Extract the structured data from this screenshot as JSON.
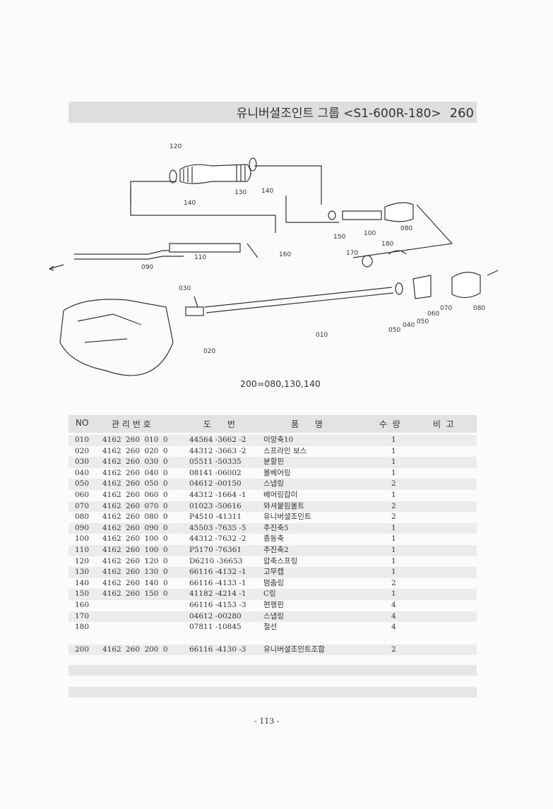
{
  "header": {
    "title": "유니버셜조인트 그룹 <S1-600R-180>",
    "group_code": "260"
  },
  "diagram": {
    "callouts": [
      "120",
      "140",
      "130",
      "140",
      "150",
      "100",
      "080",
      "160",
      "110",
      "090",
      "180",
      "170",
      "030",
      "010",
      "020",
      "050",
      "040",
      "050",
      "060",
      "070",
      "080"
    ],
    "caption": "200=080,130,140"
  },
  "table": {
    "columns": [
      "NO",
      "관 리 번 호",
      "도      번",
      "품      명",
      "수  량",
      "비  고"
    ],
    "rows": [
      [
        "010",
        "4162 260 010 0",
        "44564 -3662 -2",
        "이앙축10",
        "1"
      ],
      [
        "020",
        "4162 260 020 0",
        "44312 -3663 -2",
        "스프라인 보스",
        "1"
      ],
      [
        "030",
        "4162 260 030 0",
        "05511 -50335",
        "분할핀",
        "1"
      ],
      [
        "040",
        "4162 260 040 0",
        "08141 -06002",
        "볼베어링",
        "1"
      ],
      [
        "050",
        "4162 260 050 0",
        "04612 -00150",
        "스냅링",
        "2"
      ],
      [
        "060",
        "4162 260 060 0",
        "44312 -1664 -1",
        "베어링잡이",
        "1"
      ],
      [
        "070",
        "4162 260 070 0",
        "01023 -50616",
        "와셔붙임볼트",
        "2"
      ],
      [
        "080",
        "4162 260 080 0",
        "P4510 -41311",
        "유니버셜조인트",
        "2"
      ],
      [
        "090",
        "4162 260 090 0",
        "45503 -7635 -5",
        "추진축5",
        "1"
      ],
      [
        "100",
        "4162 260 100 0",
        "44312 -7632 -2",
        "종동축",
        "1"
      ],
      [
        "110",
        "4162 260 100 0",
        "P5170 -76361",
        "추진축2",
        "1"
      ],
      [
        "120",
        "4162 260 120 0",
        "D6210 -36653",
        "압축스프링",
        "1"
      ],
      [
        "130",
        "4162 260 130 0",
        "66116 -4132 -1",
        "고무캡",
        "1"
      ],
      [
        "140",
        "4162 260 140 0",
        "66116 -4133 -1",
        "멈춤링",
        "2"
      ],
      [
        "150",
        "4162 260 150 0",
        "41182 -4214 -1",
        "C링",
        "1"
      ],
      [
        "160",
        "",
        "66116 -4153 -3",
        "편행핀",
        "4"
      ],
      [
        "170",
        "",
        "04612 -00280",
        "스냅링",
        "4"
      ],
      [
        "180",
        "",
        "07811 -10845",
        "철선",
        "4"
      ]
    ],
    "assembly_row": [
      "200",
      "4162 260 200 0",
      "66116 -4130 -3",
      "유니버셜조인트조합",
      "2"
    ]
  },
  "footer": {
    "page": "- 113 -"
  }
}
